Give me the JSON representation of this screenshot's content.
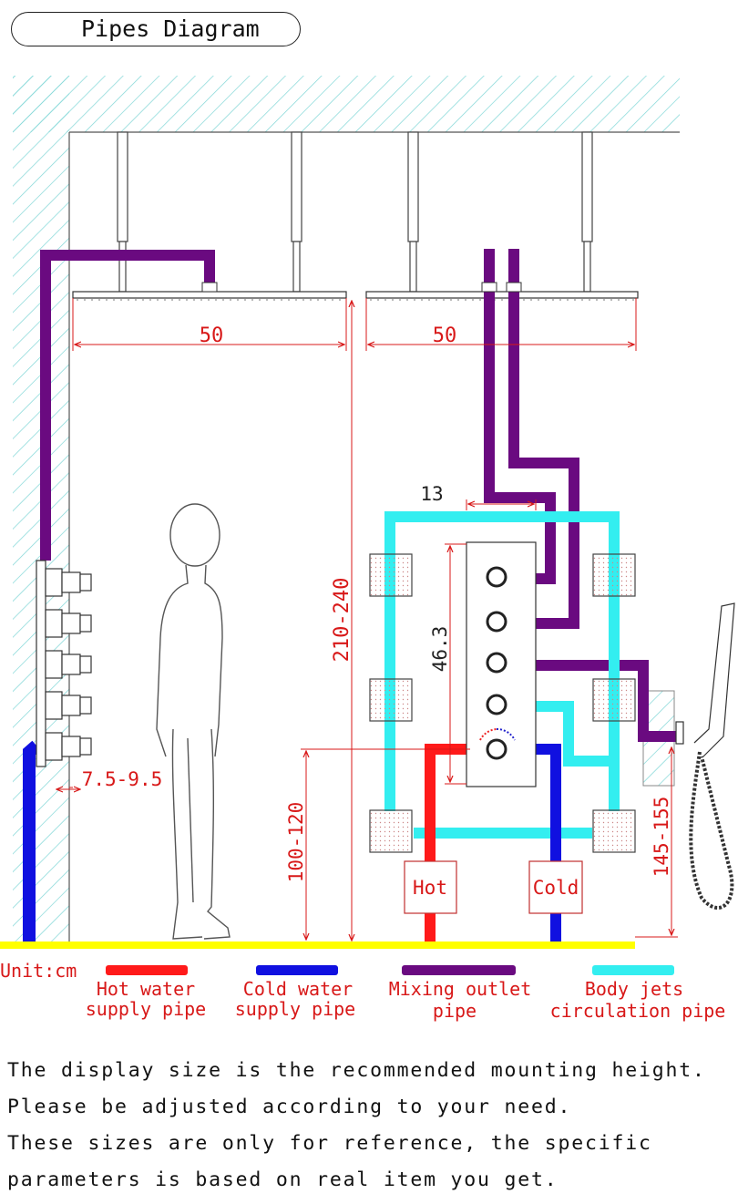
{
  "title": "Pipes Diagram",
  "dimensions": {
    "head1_width": "50",
    "head2_width": "50",
    "panel_offset": "13",
    "panel_height": "46.3",
    "ceiling_height": "210-240",
    "panel_wall_gap": "7.5-9.5",
    "valve_height": "100-120",
    "handheld_height": "145-155"
  },
  "labels": {
    "hot": "Hot",
    "cold": "Cold",
    "unit": "Unit:cm"
  },
  "legend": [
    {
      "line1": "Hot water",
      "line2": "supply pipe",
      "color": "#ff1a1a"
    },
    {
      "line1": "Cold water",
      "line2": "supply pipe",
      "color": "#1010e0"
    },
    {
      "line1": "Mixing outlet",
      "line2": "pipe",
      "color": "#6a0a80"
    },
    {
      "line1": "Body jets",
      "line2": "circulation pipe",
      "color": "#33eef0"
    }
  ],
  "colors": {
    "hot": "#ff1a1a",
    "cold": "#1010e0",
    "mixing": "#6a0a80",
    "jets": "#33eef0",
    "floor": "#ffff00",
    "dimension": "#d81818",
    "hatch": "#7fd6d6"
  },
  "notes": [
    "The display size is the recommended mounting height.",
    "Please be adjusted according to your need.",
    "These sizes are only for reference, the specific",
    "parameters is based on real item you get."
  ]
}
